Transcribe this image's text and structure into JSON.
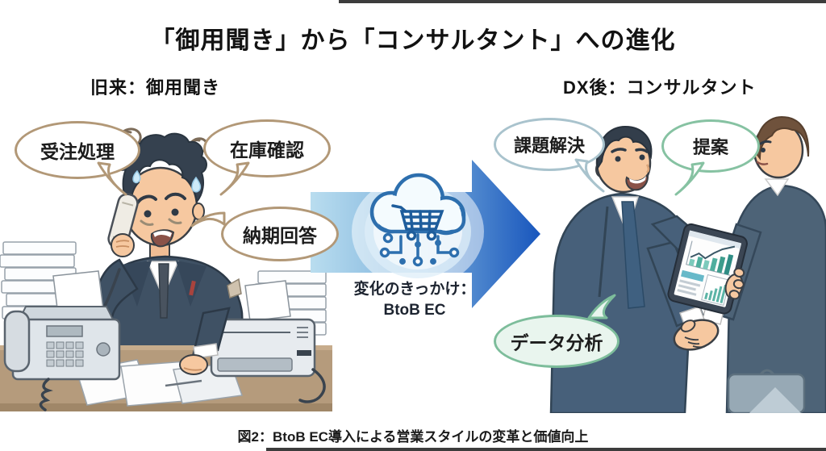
{
  "title": "「御用聞き」から「コンサルタント」への進化",
  "before": {
    "label": "旧来：御用聞き",
    "bubbles": [
      {
        "label": "受注処理"
      },
      {
        "label": "在庫確認"
      },
      {
        "label": "納期回答"
      }
    ],
    "scene_alt": "stressed salesman on corded phone at cluttered desk with fax machine, printer and paper stacks"
  },
  "after": {
    "label": "DX後：コンサルタント",
    "bubbles": [
      {
        "label": "課題解決"
      },
      {
        "label": "提案"
      },
      {
        "label": "データ分析"
      }
    ],
    "scene_alt": "consultant holding tablet with charts while shaking hands with client carrying briefcase"
  },
  "transition": {
    "line1": "変化のきっかけ：",
    "line2": "BtoB EC",
    "icon": "cloud-ecommerce-circuit-icon"
  },
  "caption": "図2：BtoB EC導入による営業スタイルの変革と価値向上",
  "colors": {
    "arrow_start": "#b9ddef",
    "arrow_end": "#1856bd",
    "bubble_tan_outline": "#b29877",
    "bubble_bluegray_outline": "#a9c3cd",
    "bubble_green_outline": "#86c2a2",
    "bubble_mint_fill": "#e9f5ee",
    "suit_navy": "#47607a",
    "desk_brown": "#b59b7c",
    "text": "#121212"
  }
}
